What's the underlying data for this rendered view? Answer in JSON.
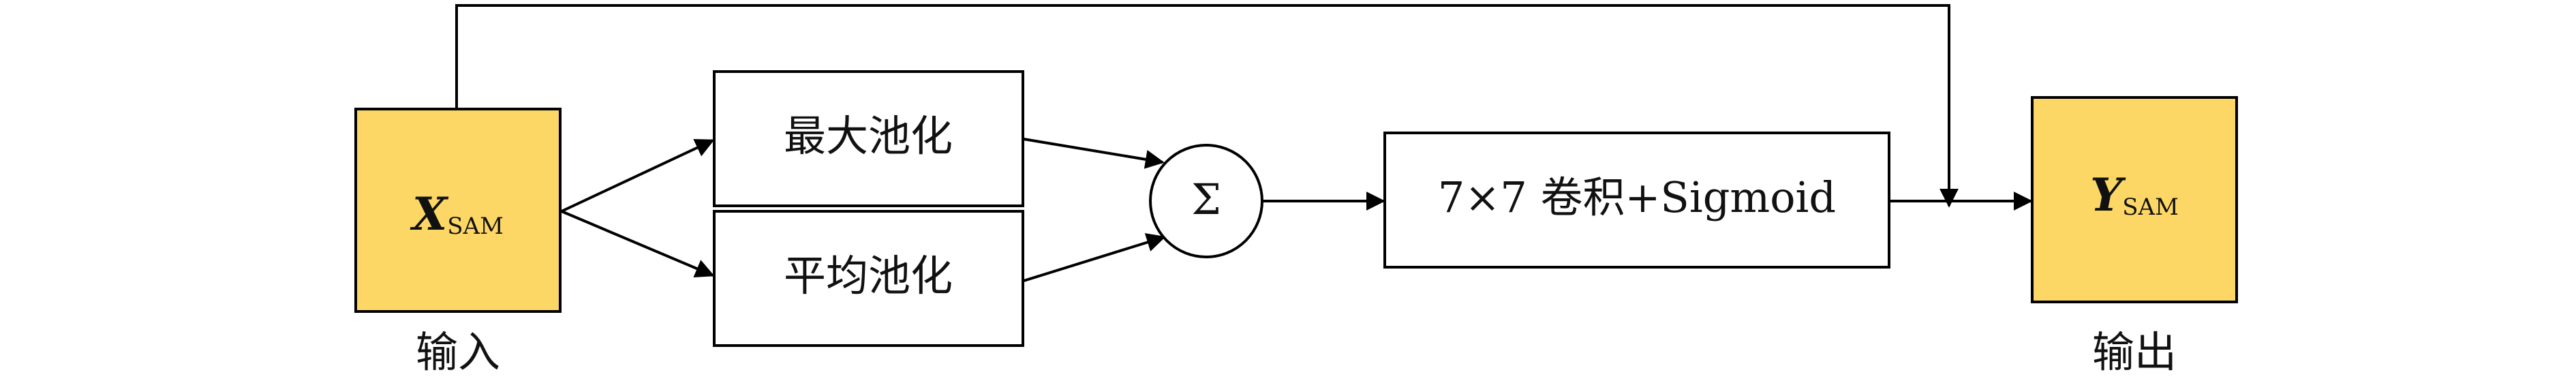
{
  "colors": {
    "io_fill": "#FDD766",
    "stroke": "#000000",
    "box_fill": "#FFFFFF"
  },
  "diagram": {
    "input_symbol": "X",
    "input_subscript": "SAM",
    "input_caption": "输入",
    "max_pool": "最大池化",
    "avg_pool": "平均池化",
    "sum_symbol": "Σ",
    "conv": "7×7 卷积+Sigmoid",
    "output_symbol": "Y",
    "output_subscript": "SAM",
    "output_caption": "输出"
  }
}
